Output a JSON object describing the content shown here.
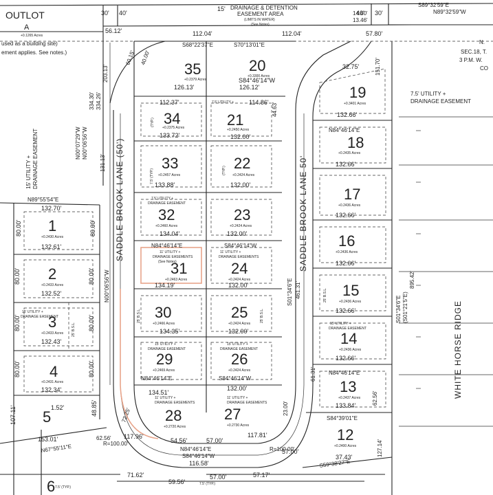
{
  "outlot": {
    "title": "OUTLOT",
    "letter": "A",
    "area": "+0.1265 Acres",
    "note1": "used as a building site)",
    "note2": "ement applies.  See notes.)"
  },
  "top": {
    "bearing1": "S89°32'59\"E",
    "bearing2": "N89°32'59\"W",
    "d30a": "30'",
    "d40a": "40'",
    "d30b": "30'",
    "d40b": "40'",
    "d15": "15'",
    "detention": "DRAINAGE & DETENTION",
    "detention2": "EASEMENT AREA",
    "detention3": "(LIMITS IN WATER)",
    "seenotes": "(See Notes)",
    "d5612": "56.12'",
    "d11204a": "112.04'",
    "d11204b": "112.04'",
    "d5780": "57.80'",
    "d14660": "14.60'",
    "d1346": "13.46'",
    "bearing3": "S68°22'37\"E",
    "bearing4": "S70°13'01\"E"
  },
  "corner": {
    "n": "N.",
    "sec": "SEC.18, T.",
    "pm": "3 P.M. W.",
    "co": "CO"
  },
  "roads": {
    "left": "SADDLE BROOK LANE (50')",
    "right": "SADDLE BROOK LANE  50'",
    "ridge": "WHITE HORSE RIDGE"
  },
  "easements": {
    "e75a": "7.5' UTILITY +",
    "e75b": "DRAINAGE EASEMENT",
    "e15a": "15' UTILITY +",
    "e15b": "DRAINAGE EASEMENT",
    "e11a": "11' UTILITY +",
    "e11b": "DRAINAGE EASEMENTS",
    "e11c": "(See Notes)",
    "bsl": "25' B.S.L.",
    "typ": "(TYP.)",
    "typ2": "7.5' (TYP.)"
  },
  "lots": [
    {
      "n": "35",
      "area": "+0.2379 Acres",
      "w": "126.13'"
    },
    {
      "n": "20",
      "area": "+0.3300 Acres",
      "w": "126.12'",
      "b": "S84°46'14\"W"
    },
    {
      "n": "19",
      "area": "+0.3401 Acres",
      "w": "132.66'"
    },
    {
      "n": "34",
      "area": "+0.2375 Acres",
      "w": "133.72'",
      "t": "112.37'"
    },
    {
      "n": "21",
      "area": "+0.2450 Acres",
      "w": "132.00'",
      "t": "114.86'"
    },
    {
      "n": "18",
      "area": "+0.2435 Acres",
      "w": "132.66'",
      "b": "N84°46'14\"E"
    },
    {
      "n": "33",
      "area": "+0.2457 Acres",
      "w": "133.88'"
    },
    {
      "n": "22",
      "area": "+0.2424 Acres",
      "w": "132.00'"
    },
    {
      "n": "17",
      "area": "+0.2436 Acres",
      "w": "132.66'"
    },
    {
      "n": "32",
      "area": "+0.2460 Acres",
      "w": "134.04'"
    },
    {
      "n": "23",
      "area": "+0.2424 Acres",
      "w": "132.00'"
    },
    {
      "n": "16",
      "area": "+0.2436 Acres",
      "w": "132.66'"
    },
    {
      "n": "31",
      "area": "+0.2463 Acres",
      "w": "134.19'",
      "b": "N84°46'14\"E"
    },
    {
      "n": "24",
      "area": "+0.2424 Acres",
      "w": "132.00'",
      "b": "S84°46'14\"W"
    },
    {
      "n": "15",
      "area": "+0.2436 Acres",
      "w": "132.66'"
    },
    {
      "n": "30",
      "area": "+0.2466 Acres",
      "w": "134.35'"
    },
    {
      "n": "25",
      "area": "+0.2424 Acres",
      "w": "132.00'"
    },
    {
      "n": "14",
      "area": "+0.2436 Acres",
      "w": "132.66'"
    },
    {
      "n": "29",
      "area": "+0.2469 Acres",
      "b": "N84°46'14\"E"
    },
    {
      "n": "26",
      "area": "+0.2424 Acres",
      "b": "S84°46'14\"W"
    },
    {
      "n": "13",
      "area": "+0.2437 Acres",
      "w": "133.84'",
      "b": "N84°46'14\"E"
    },
    {
      "n": "28",
      "area": "+0.2720 Acres",
      "t": "134.51'"
    },
    {
      "n": "27",
      "area": "+0.2730 Acres",
      "t": "132.00'"
    },
    {
      "n": "12",
      "area": "+0.2400 Acres",
      "b": "S84°39'01\"E"
    },
    {
      "n": "1",
      "area": "+0.2430 Acres",
      "w": "132.61'",
      "t": "132.70'"
    },
    {
      "n": "2",
      "area": "+0.2433 Acres",
      "w": "132.52'"
    },
    {
      "n": "3",
      "area": "+0.2433 Acres",
      "w": "132.43'"
    },
    {
      "n": "4",
      "area": "+0.2431 Acres",
      "w": "132.34'"
    },
    {
      "n": "5",
      "area": "",
      "w": "153.01'"
    },
    {
      "n": "6",
      "area": ""
    }
  ],
  "dims": {
    "d80": "80.00'",
    "d7225": "72.25'",
    "d1171": "117.81'",
    "d11796": "117.96'",
    "d5456": "54.56'",
    "d5700": "57.00'",
    "d11658": "116.58'",
    "d5956": "59.56'",
    "d7162": "71.62'",
    "d5717": "57.17'",
    "d3743": "37.43'",
    "d12714": "127.14'",
    "d2300": "23.00'",
    "d4885": "48.85'",
    "d10711": "107.11'",
    "d152": "1.52'",
    "d13113": "131.13'",
    "d20313": "203.13'",
    "d33430": "334.30'",
    "d33426": "334.26'",
    "d15170": "151.70'",
    "d46131": "461.31'",
    "d89542": "895.42'",
    "d3275": "32.75'",
    "d4463": "44.63'",
    "d6131": "61.31'",
    "d6256": "62.56'",
    "d4000": "40.00'",
    "d6015": "60.15'",
    "b_left1": "N00°07'29\"W",
    "b_left2": "N00°06'56\"W",
    "b_lot": "N00°06'56\"W",
    "b_s013": "S01°34'6\"E",
    "b_r1": "S01°34'6\"E",
    "b_r2": "(S01°21'5\"E)",
    "b_n855": "N89°55'54\"E",
    "b_n67": "N67°55'11\"E",
    "b_s59": "S59°38'27\"E",
    "b_n84a": "N84°46'14\"E",
    "b_n84b": "S84°46'14\"W",
    "r100": "R=100.00'",
    "r1000": "R=100.00'"
  }
}
